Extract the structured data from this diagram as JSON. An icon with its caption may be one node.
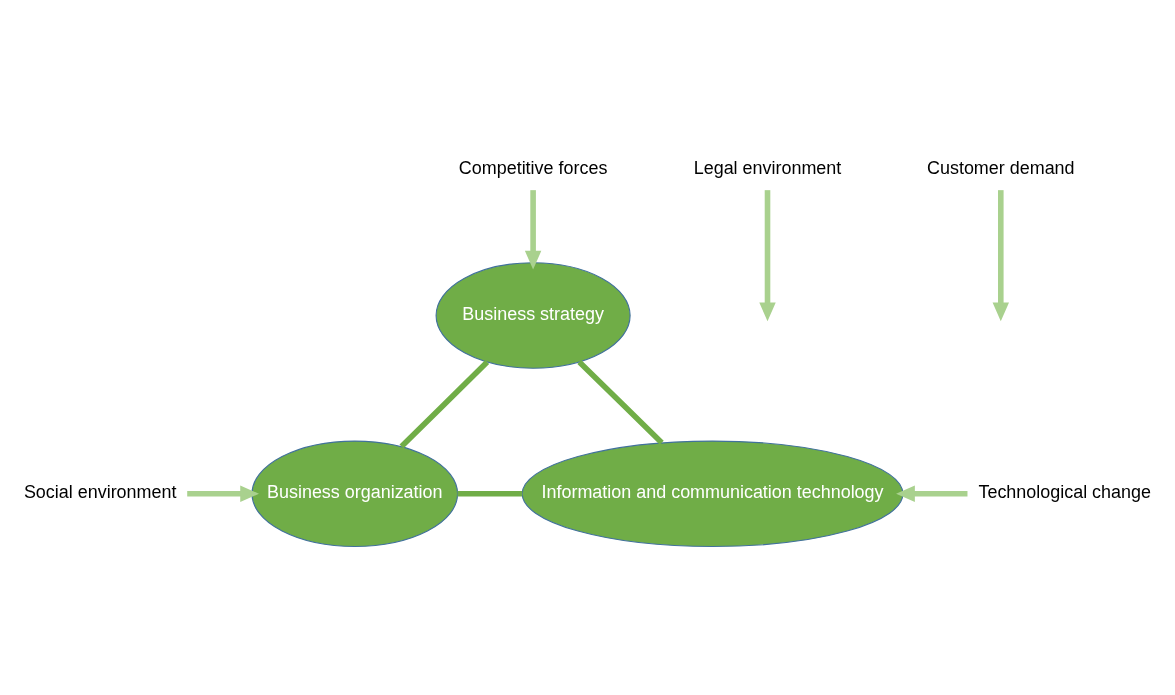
{
  "diagram": {
    "nodes": [
      {
        "text": [
          "Competitive forces"
        ]
      },
      {
        "text": [
          "Legal environment"
        ]
      },
      {
        "text": [
          "Customer demand"
        ]
      },
      {
        "text": [
          "Business strategy"
        ]
      },
      {
        "text": [
          "Social environment"
        ]
      },
      {
        "text": [
          "Technological change"
        ]
      },
      {
        "text": [
          "Business organization"
        ]
      },
      {
        "text": [
          "Information and communication technology"
        ]
      }
    ],
    "edges": [
      {
        "from": 0,
        "to": 3,
        "arrow": "to"
      },
      {
        "from": 1,
        "to": null,
        "arrow": "to"
      },
      {
        "from": 2,
        "to": null,
        "arrow": "to"
      },
      {
        "from": 4,
        "to": 6,
        "arrow": "to"
      },
      {
        "from": 5,
        "to": 7,
        "arrow": "to"
      },
      {
        "from": 3,
        "to": 6,
        "arrow": "none",
        "color": "#70ad47"
      },
      {
        "from": 3,
        "to": 7,
        "arrow": "none",
        "color": "#70ad47"
      },
      {
        "from": 6,
        "to": 7,
        "arrow": "none",
        "color": "#70ad47"
      }
    ]
  }
}
